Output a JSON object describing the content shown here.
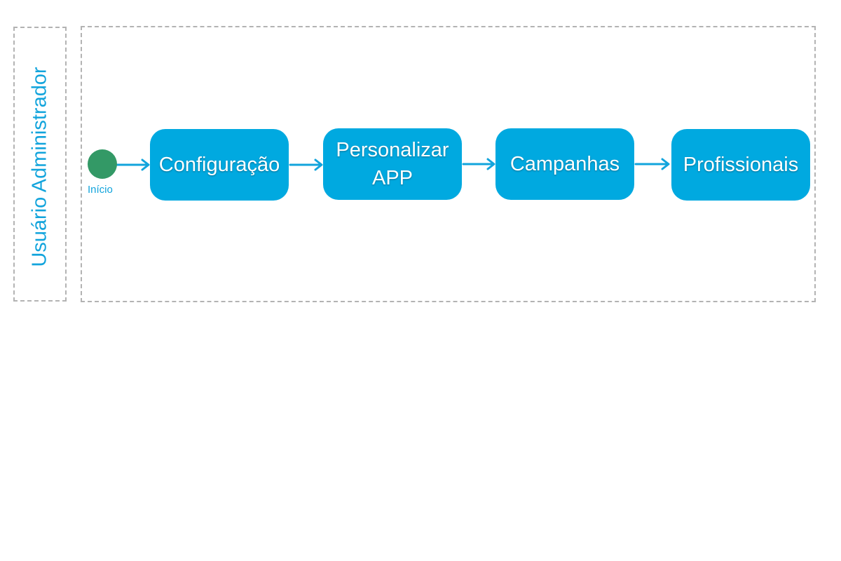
{
  "lane": {
    "label": "Usuário Administrador"
  },
  "start": {
    "label": "Início"
  },
  "steps": [
    {
      "label": "Configuração"
    },
    {
      "label": "Personalizar\nAPP"
    },
    {
      "label": "Campanhas"
    },
    {
      "label": "Profissionais"
    }
  ],
  "colors": {
    "step_fill": "#00a9e0",
    "arrow": "#12a4dc",
    "start_fill": "#339966",
    "lane_border": "#b3b3b3",
    "text_accent": "#12a4dc"
  }
}
